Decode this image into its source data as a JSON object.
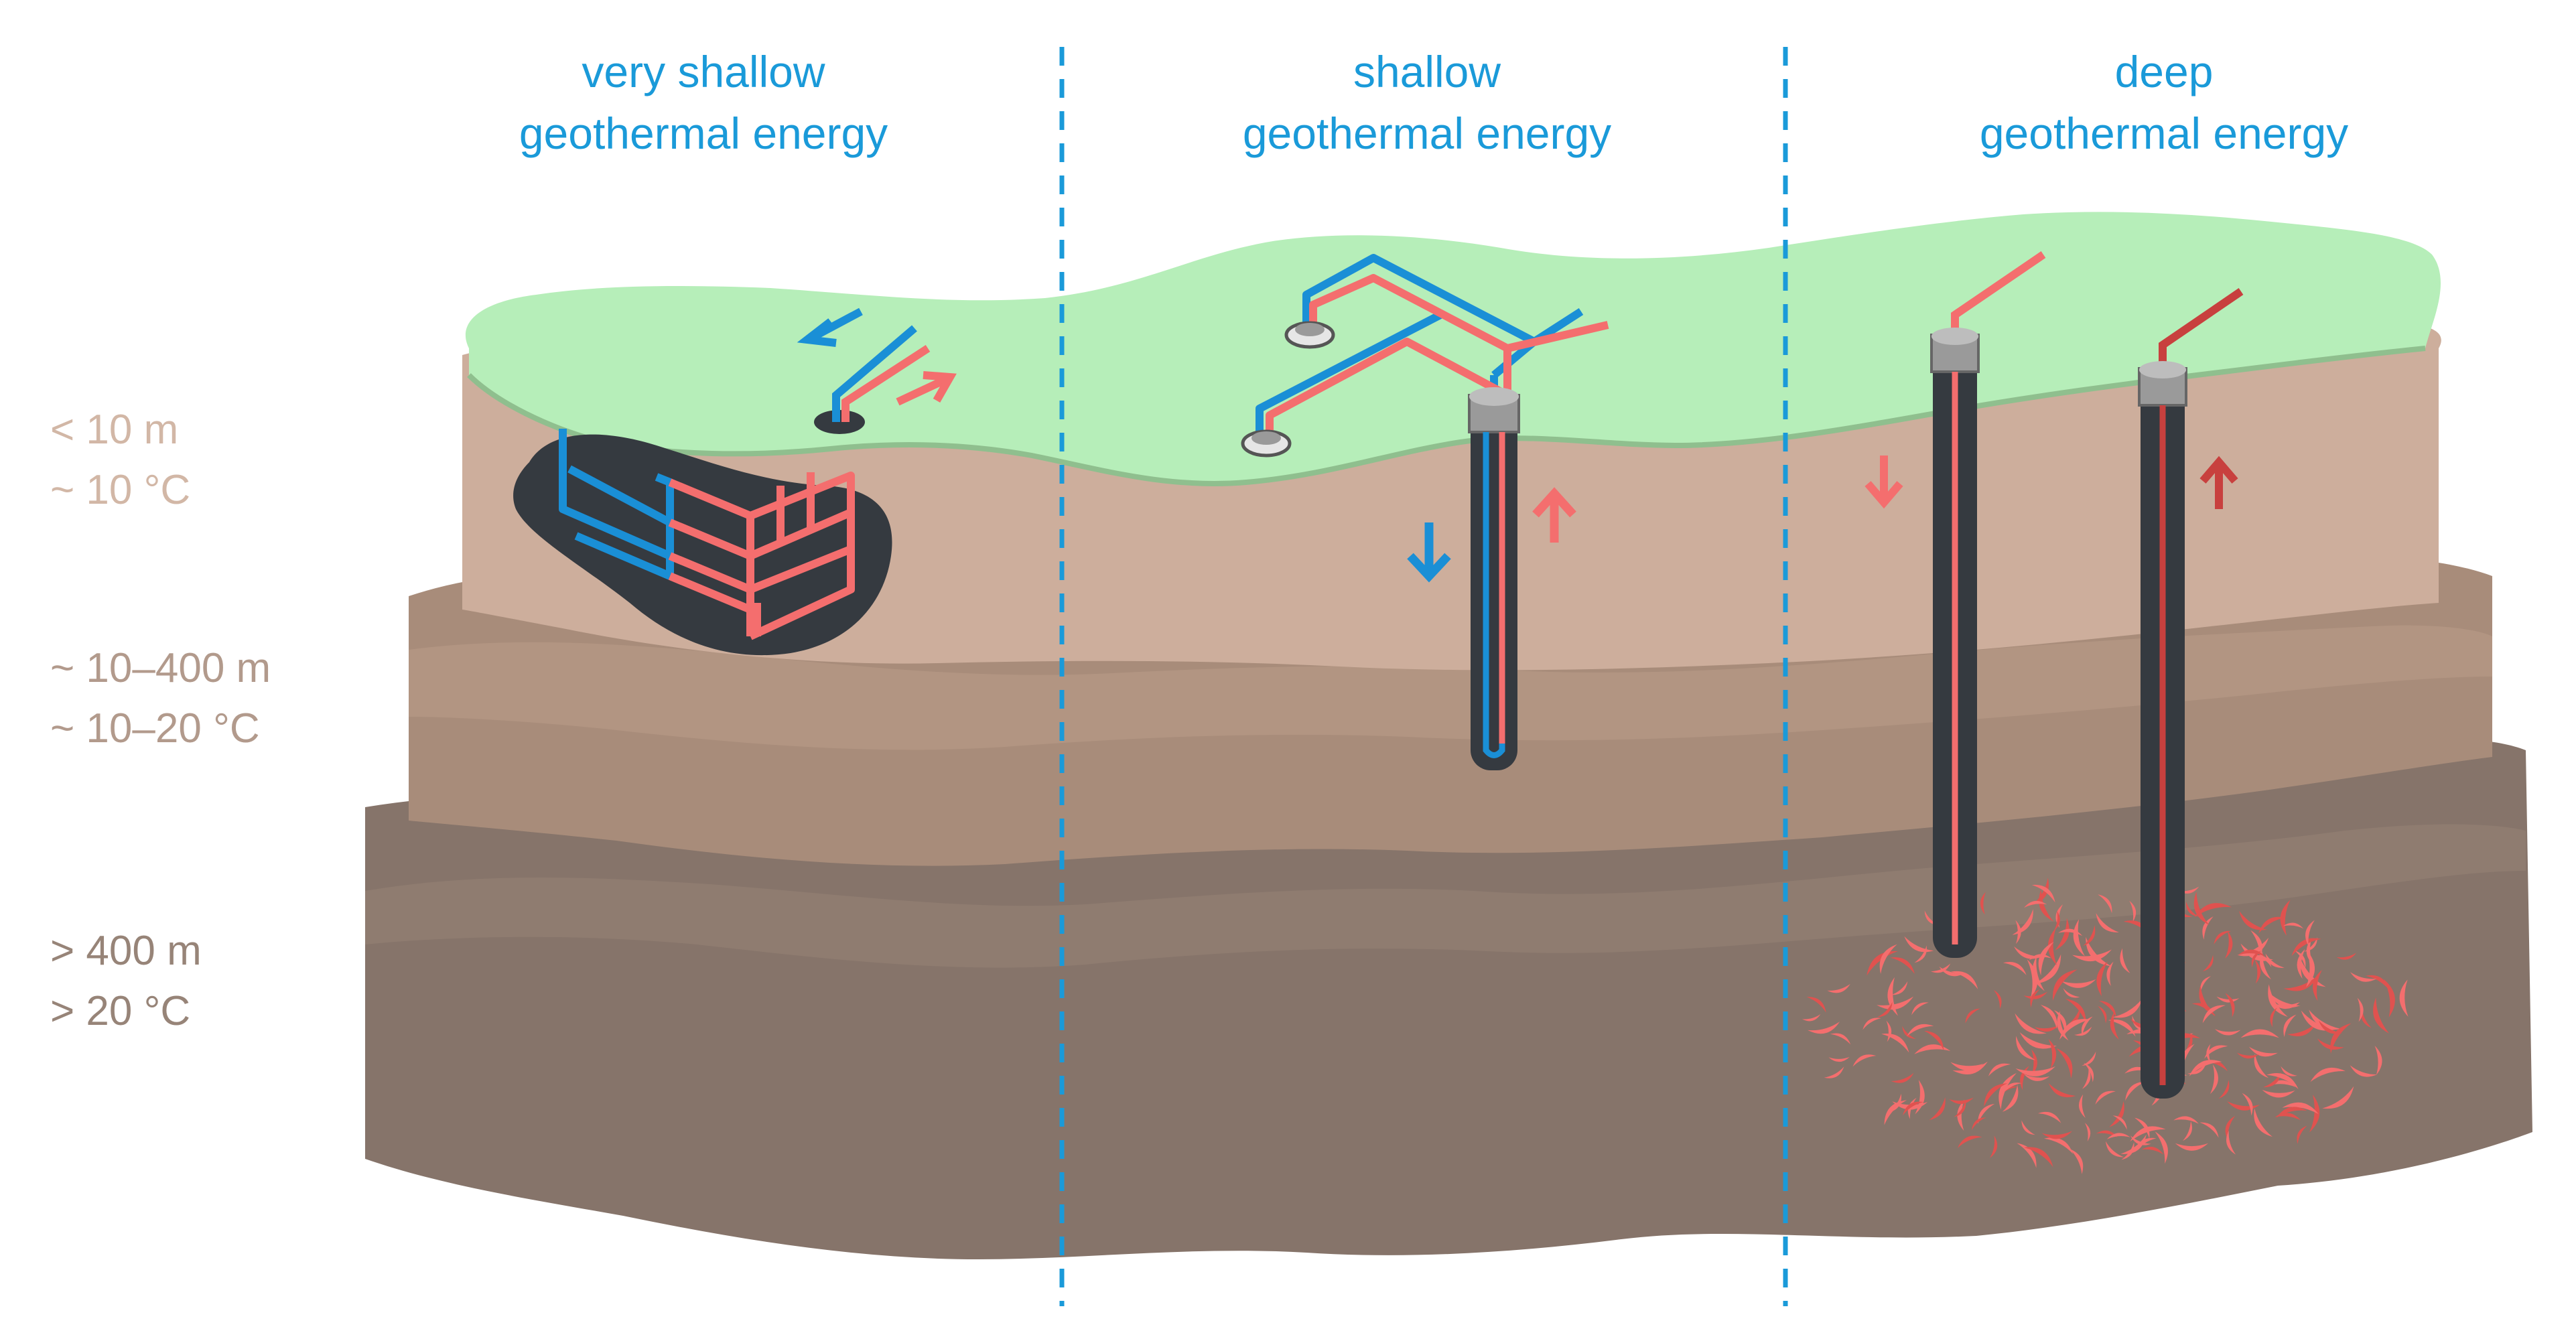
{
  "colors": {
    "cold": "#1a8fd6",
    "warm": "#f46e6e",
    "hot": "#c8403e",
    "grass": "#b6eeb9",
    "soil_top": "#cdae9c",
    "soil_mid": "#a88c7a",
    "soil_deep": "#86746a",
    "pipe_dark": "#353a40"
  },
  "sections": [
    {
      "title_line1": "very shallow",
      "title_line2": "geothermal energy"
    },
    {
      "title_line1": "shallow",
      "title_line2": "geothermal energy"
    },
    {
      "title_line1": "deep",
      "title_line2": "geothermal energy"
    }
  ],
  "depth_levels": [
    {
      "depth": "< 10 m",
      "temperature": "~ 10 °C",
      "color": "#d2b7a6"
    },
    {
      "depth": "~ 10–400 m",
      "temperature": "~ 10–20 °C",
      "color": "#b29a8c"
    },
    {
      "depth": "> 400 m",
      "temperature": "> 20 °C",
      "color": "#978478"
    }
  ]
}
